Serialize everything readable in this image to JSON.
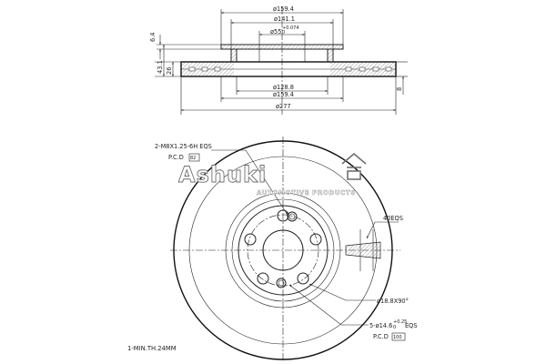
{
  "side_view": {
    "dims": {
      "d_159_4_top": "ø159.4",
      "d_141_1": "ø141.1",
      "d_55": "ø55",
      "d_55_tol": "+0.074",
      "d_55_tol_low": "0",
      "d_128_8": "ø128.8",
      "d_159_4_bot": "ø159.4",
      "d_277": "ø277",
      "h_6_4": "6.4",
      "h_43_1": "43.1",
      "h_26": "26",
      "h_8": "8"
    }
  },
  "front_view": {
    "callouts": {
      "bolt_holes": "2-M8X1.25-6H EQS",
      "bolt_pcd": "P.C.D",
      "bolt_pcd_box": "82",
      "groove": "40EQS",
      "chamfer": "ø18.8X90°",
      "stud_holes": "5-ø14.6",
      "stud_tol": "+0.25",
      "stud_tol_low": "0",
      "stud_eqs": "EQS",
      "stud_pcd": "P.C.D",
      "stud_pcd_box": "100"
    }
  },
  "watermark": {
    "brand": "Ashuki",
    "sub": "AUTOMOTIVE PRODUCTS"
  },
  "notes": {
    "line1": "1-MIN.TH.24MM"
  }
}
